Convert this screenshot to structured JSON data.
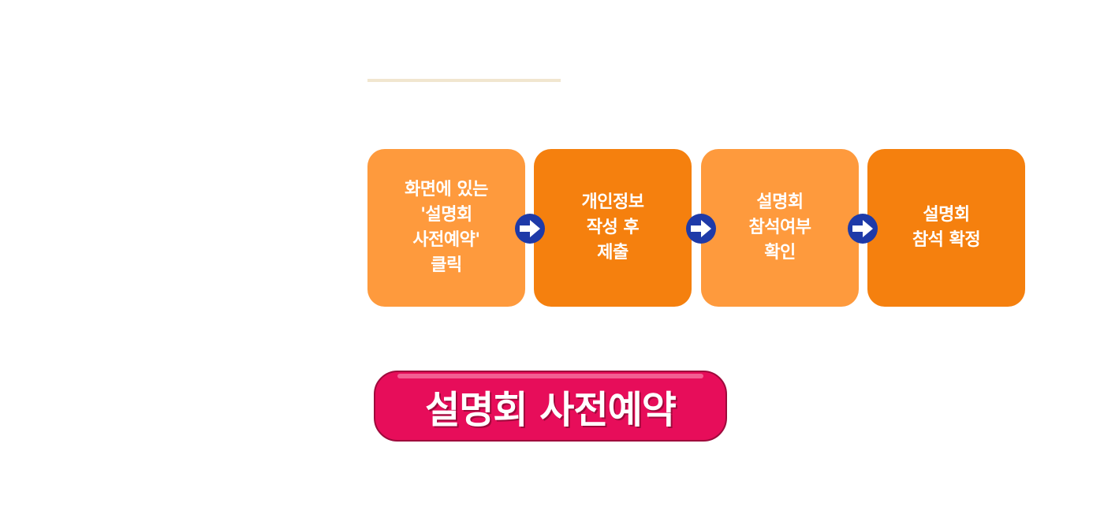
{
  "colors": {
    "step_light": "#fe9a3d",
    "step_dark": "#f5800e",
    "arrow_circle": "#1e3aa8",
    "button": "#e70d5a",
    "button_border": "#9e0a3c",
    "divider": "#f1e6cf"
  },
  "steps": [
    {
      "label": "화면에 있는\n'설명회\n사전예약'\n클릭"
    },
    {
      "label": "개인정보\n작성 후\n제출"
    },
    {
      "label": "설명회\n참석여부\n확인"
    },
    {
      "label": "설명회\n참석 확정"
    }
  ],
  "arrows": [
    {
      "icon": "arrow-right-icon"
    },
    {
      "icon": "arrow-right-icon"
    },
    {
      "icon": "arrow-right-icon"
    }
  ],
  "reserve_button": {
    "label": "설명회 사전예약"
  }
}
